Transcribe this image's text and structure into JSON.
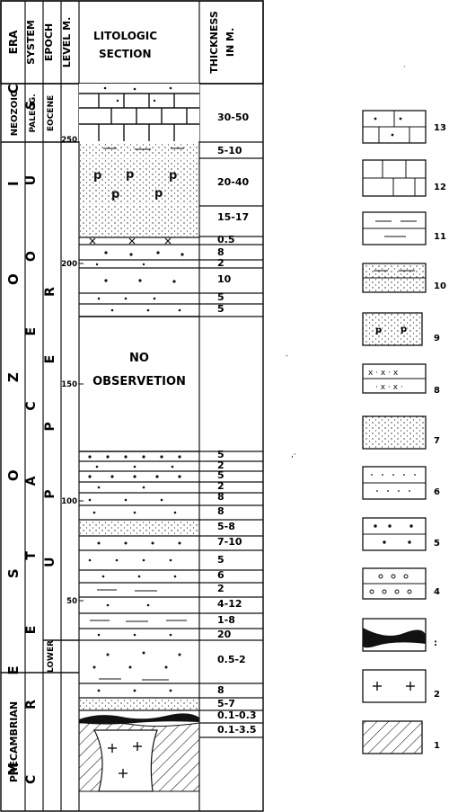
{
  "header": {
    "era": "ERA",
    "system": "SYSTEM",
    "epoch": "EPOCH",
    "level": "LEVEL M.",
    "section_line1": "LITOLOGIC",
    "section_line2": "SECTION",
    "thickness_line1": "THICKNESS",
    "thickness_line2": "IN M."
  },
  "era_column": {
    "neozoic": "NEOZOIC",
    "mesozoic": "M E S O Z O I C",
    "precambrian": "PRECAMBRIAN"
  },
  "system_column": {
    "paleog": "PALEOG.",
    "cretaceous": "C R E T A C E O U S"
  },
  "epoch_column": {
    "eocene": "EOCENE",
    "upper": "U P P E R",
    "lower": "LOWER"
  },
  "level_ticks": [
    "250",
    "200",
    "150",
    "100",
    "50"
  ],
  "gap_label_line1": "NO",
  "gap_label_line2": "OBSERVETION",
  "thickness_values": [
    "30-50",
    "5-10",
    "20-40",
    "15-17",
    "0.5",
    "8",
    "2",
    "10",
    "5",
    "5",
    "5",
    "2",
    "5",
    "2",
    "8",
    "8",
    "5-8",
    "7-10",
    "5",
    "6",
    "2",
    "4-12",
    "1-8",
    "20",
    "0.5-2",
    "8",
    "5-7",
    "0.1-0.3",
    "0.1-3.5"
  ],
  "legend_numbers": [
    "13",
    "12",
    "11",
    "10",
    "9",
    "8",
    "7",
    "6",
    "5",
    "4",
    ":",
    "2",
    "1"
  ]
}
